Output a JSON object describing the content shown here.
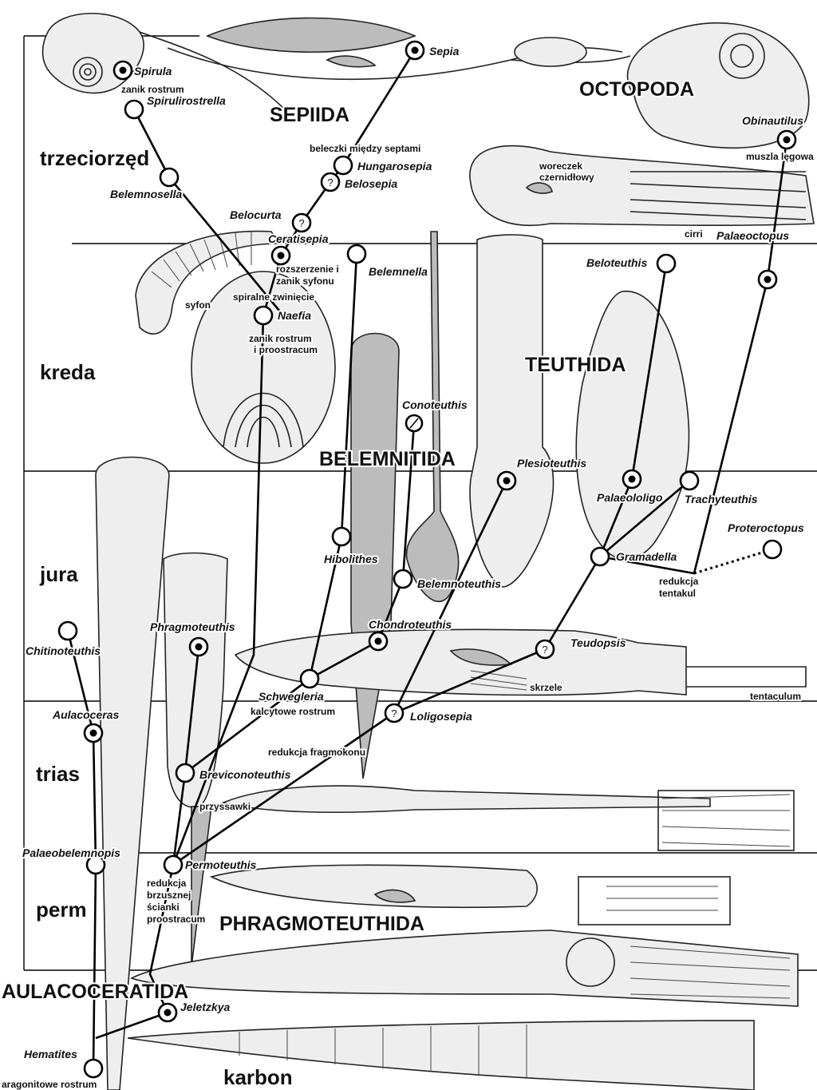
{
  "periods": {
    "trzeciorzed": "trzeciorzęd",
    "kreda": "kreda",
    "jura": "jura",
    "trias": "trias",
    "perm": "perm",
    "karbon": "karbon"
  },
  "orders": {
    "sepiida": "SEPIIDA",
    "octopoda": "OCTOPODA",
    "teuthida": "TEUTHIDA",
    "belemnitida": "BELEMNITIDA",
    "phragmoteuthida": "PHRAGMOTEUTHIDA",
    "aulacoceratida": "AULACOCERATIDA"
  },
  "taxa": {
    "spirula": "Spirula",
    "sepia": "Sepia",
    "spirulirostrella": "Spirulirostrella",
    "obinautilus": "Obinautilus",
    "hungarosepia": "Hungarosepia",
    "belosepia": "Belosepia",
    "belemnosella": "Belemnosella",
    "belocurta": "Belocurta",
    "ceratisepia": "Ceratisepia",
    "belemnella": "Belemnella",
    "naefia": "Naefia",
    "beloteuthis": "Beloteuthis",
    "palaeoctopus": "Palaeoctopus",
    "conoteuthis": "Conoteuthis",
    "plesioteuthis": "Plesioteuthis",
    "palaeololigo": "Palaeololigo",
    "trachyteuthis": "Trachyteuthis",
    "proteroctopus": "Proteroctopus",
    "gramadella": "Gramadella",
    "hibolithes": "Hibolithes",
    "belemnoteuthis": "Belemnoteuthis",
    "chondroteuthis": "Chondroteuthis",
    "teudopsis": "Teudopsis",
    "chitinoteuthis": "Chitinoteuthis",
    "phragmoteuthis": "Phragmoteuthis",
    "schwegleria": "Schwegleria",
    "aulacoceras": "Aulacoceras",
    "loligosepia": "Loligosepia",
    "breviconoteuthis": "Breviconoteuthis",
    "palaeobelemnopis": "Palaeobelemnopis",
    "permoteuthis": "Permoteuthis",
    "jeletzkya": "Jeletzkya",
    "hematites": "Hematites"
  },
  "notes": {
    "zanik_rostrum": "zanik rostrum",
    "beleczki": "beleczki między septami",
    "muszla_legowa": "muszla lęgowa",
    "woreczek": "woreczek",
    "czernidlowy": "czernidłowy",
    "cirri": "cirri",
    "rozszerzenie_1": "rozszerzenie i",
    "rozszerzenie_2": "zanik syfonu",
    "syfon": "syfon",
    "spiralne": "spiralne zwinięcie",
    "zanik_rostrum_proostracum_1": "zanik rostrum",
    "zanik_rostrum_proostracum_2": "i proostracum",
    "redukcja_tentakul_1": "redukcja",
    "redukcja_tentakul_2": "tentakul",
    "skrzele": "skrzele",
    "tentaculum": "tentaculum",
    "kalcytowe": "kalcytowe rostrum",
    "redukcja_fragmokonu": "redukcja fragmokonu",
    "przyssawki": "przyssawki",
    "redukcja_1": "redukcja",
    "redukcja_2": "brzusznej",
    "redukcja_3": "ścianki",
    "redukcja_4": "proostracum",
    "aragonitowe": "aragonitowe rostrum"
  }
}
